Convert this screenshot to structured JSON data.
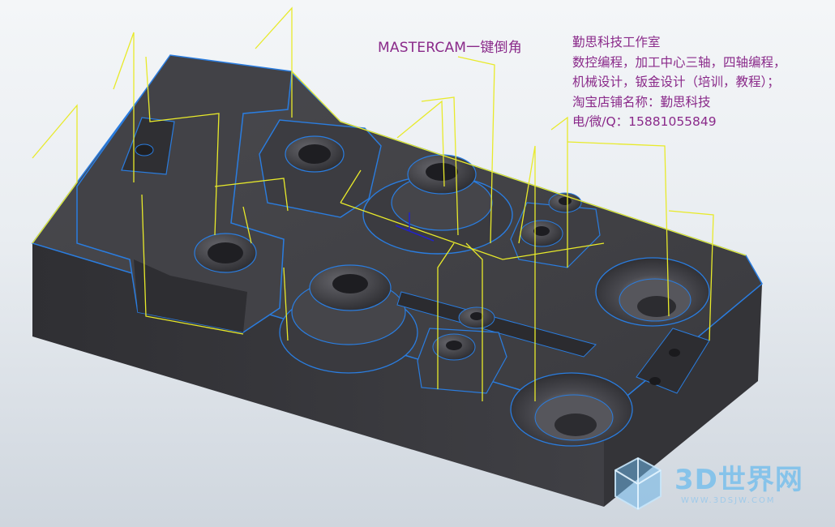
{
  "viewport": {
    "title": "MASTERCAM一键倒角",
    "info_lines": [
      "勤思科技工作室",
      "数控编程，加工中心三轴，四轴编程，",
      "机械设计，钣金设计（培训，教程）；",
      "淘宝店铺名称：勤思科技",
      "电/微/Q：15881055849"
    ]
  },
  "watermark": {
    "brand": "3D世界网",
    "url": "WWW.3DSJW.COM"
  },
  "colors": {
    "background_top": "#f4f6f8",
    "background_bottom": "#cfd6de",
    "part": "#3e3e42",
    "toolpath": "#e8ea2a",
    "contour": "#2a7de0",
    "text": "#8a2a8a"
  },
  "icons": [
    "coordinate-axes-icon",
    "cube-logo-icon"
  ]
}
